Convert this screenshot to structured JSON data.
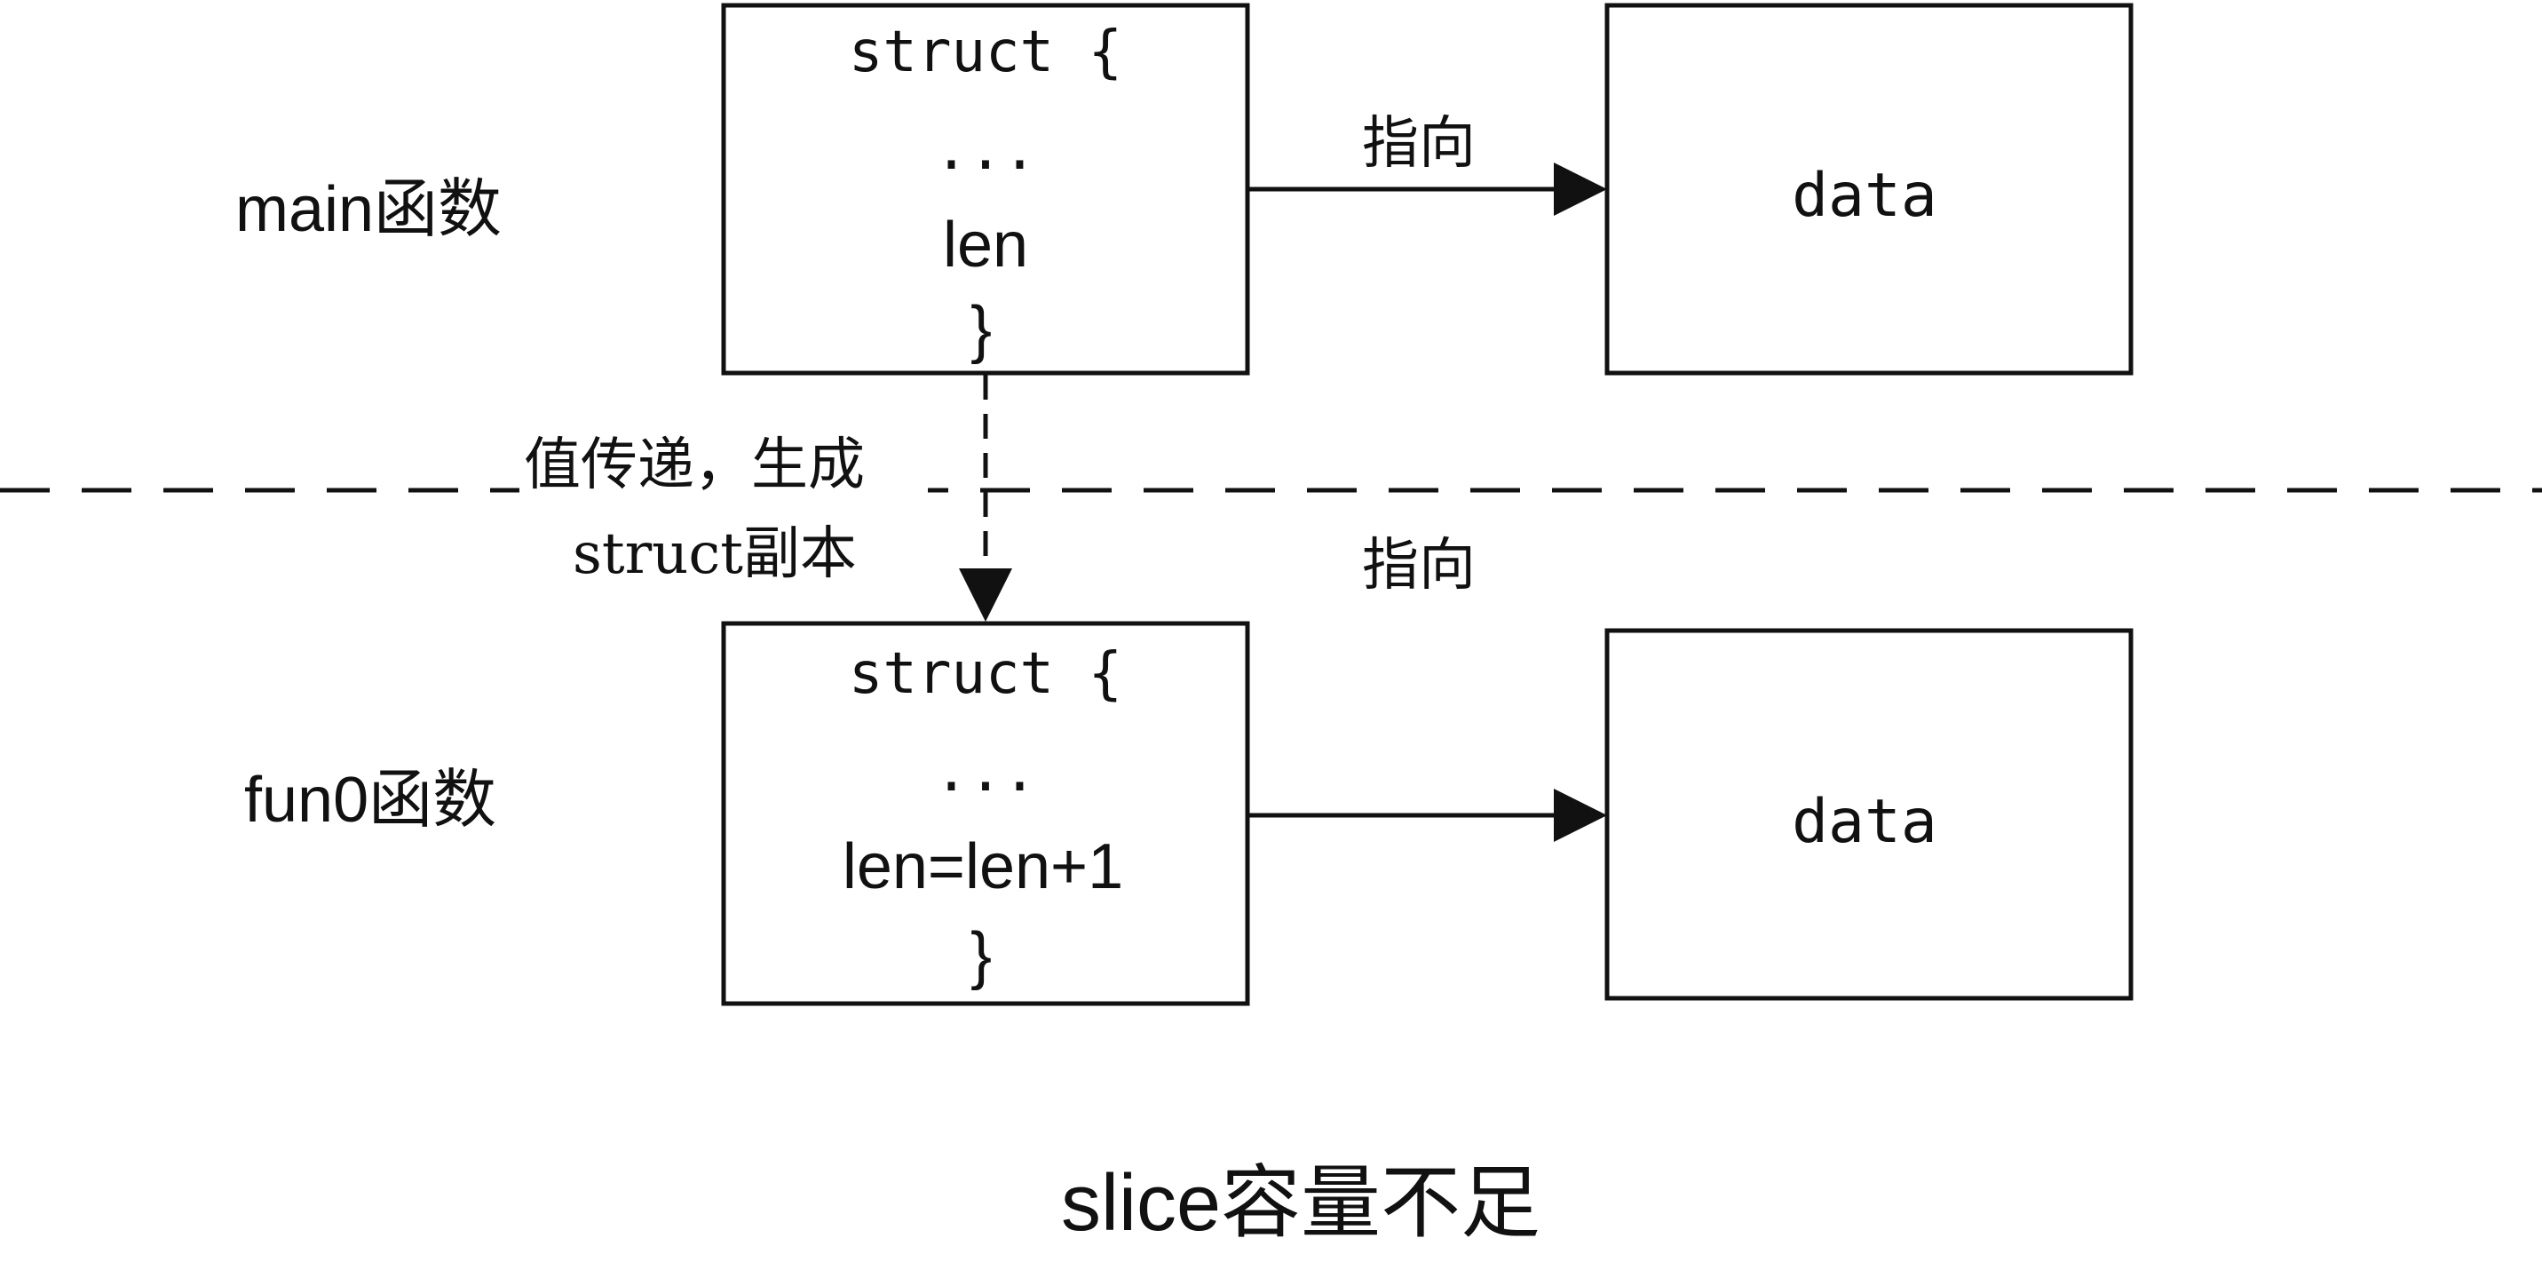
{
  "diagram": {
    "caption": "slice容量不足",
    "divider_label_line1": "值传递，生成",
    "divider_label_line2": "struct副本",
    "top": {
      "row_label": "main函数",
      "struct_open": "struct {",
      "struct_dots": "...",
      "struct_field": "len",
      "struct_close": "}",
      "arrow_label": "指向",
      "data_label": "data"
    },
    "bottom": {
      "row_label": "fun0函数",
      "struct_open": "struct {",
      "struct_dots": "...",
      "struct_field": "len=len+1",
      "struct_close": "}",
      "arrow_label": "指向",
      "data_label": "data"
    }
  }
}
